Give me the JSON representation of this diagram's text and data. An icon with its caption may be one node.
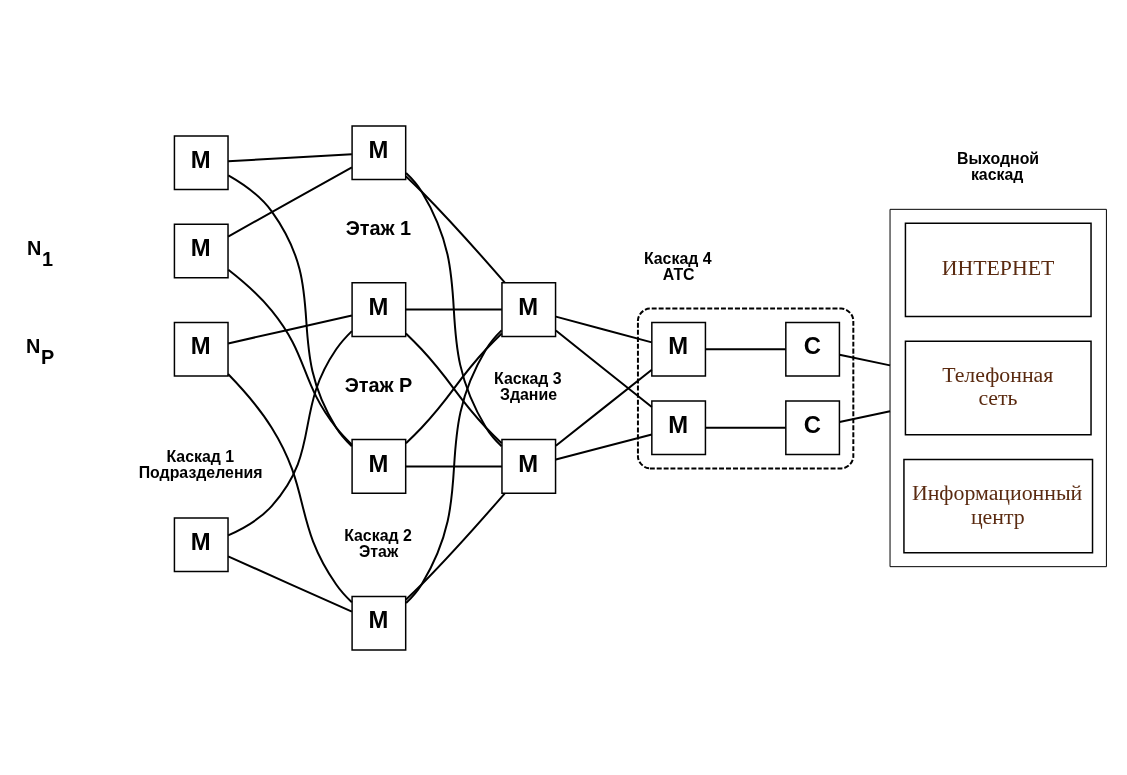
{
  "diagram": {
    "nodes": [
      {
        "text": [
          "М"
        ]
      },
      {
        "text": [
          "М"
        ]
      },
      {
        "text": [
          "М"
        ]
      },
      {
        "text": [
          "М"
        ]
      },
      {
        "text": [
          "М"
        ]
      },
      {
        "text": [
          "М"
        ]
      },
      {
        "text": [
          "М"
        ]
      },
      {
        "text": [
          "М"
        ]
      },
      {
        "text": [
          "М"
        ]
      },
      {
        "text": [
          "М"
        ]
      },
      {
        "text": [],
        "shape": "box"
      },
      {
        "text": [
          "М"
        ],
        "in": 10
      },
      {
        "text": [
          "С"
        ],
        "in": 10
      },
      {
        "text": [
          "М"
        ],
        "in": 10
      },
      {
        "text": [
          "С"
        ],
        "in": 10
      },
      {
        "text": [],
        "shape": "box"
      },
      {
        "text": [
          "ИНТЕРНЕТ"
        ],
        "in": 15
      },
      {
        "text": [
          "Телефонная сеть"
        ],
        "in": 15
      },
      {
        "text": [
          "Информационный центр"
        ],
        "in": 15
      }
    ],
    "edges": [
      {
        "from": 0,
        "to": 4,
        "arrow": "none"
      },
      {
        "from": 0,
        "to": 5,
        "arrow": "none"
      },
      {
        "from": 1,
        "to": 4,
        "arrow": "none"
      },
      {
        "from": 1,
        "to": 5,
        "arrow": "none"
      },
      {
        "from": 2,
        "to": 6,
        "arrow": "none"
      },
      {
        "from": 2,
        "to": 7,
        "arrow": "none"
      },
      {
        "from": 3,
        "to": 6,
        "arrow": "none"
      },
      {
        "from": 3,
        "to": 7,
        "arrow": "none"
      },
      {
        "from": 4,
        "to": 8,
        "arrow": "none"
      },
      {
        "from": 4,
        "to": 9,
        "arrow": "none"
      },
      {
        "from": 5,
        "to": 8,
        "arrow": "none"
      },
      {
        "from": 5,
        "to": 9,
        "arrow": "none"
      },
      {
        "from": 6,
        "to": 8,
        "arrow": "none"
      },
      {
        "from": 6,
        "to": 9,
        "arrow": "none"
      },
      {
        "from": 7,
        "to": 8,
        "arrow": "none"
      },
      {
        "from": 7,
        "to": 9,
        "arrow": "none"
      },
      {
        "from": 8,
        "to": 11,
        "arrow": "none"
      },
      {
        "from": 8,
        "to": 13,
        "arrow": "none"
      },
      {
        "from": 9,
        "to": 11,
        "arrow": "none"
      },
      {
        "from": 9,
        "to": 13,
        "arrow": "none"
      },
      {
        "from": 11,
        "to": 12,
        "arrow": "none"
      },
      {
        "from": 13,
        "to": 14,
        "arrow": "none"
      },
      {
        "from": 12,
        "to": 15,
        "arrow": "none"
      },
      {
        "from": 14,
        "to": 15,
        "arrow": "none"
      }
    ],
    "labels": [
      "Этаж 1",
      "N$_{1}$",
      "Этаж P",
      "N$_{P}$",
      "Каскад 2 Этаж",
      "Каскад 3 Здание",
      "Каскад 4 АТС",
      "Выходной каскад",
      "Каскад 1 Подразделения"
    ]
  }
}
